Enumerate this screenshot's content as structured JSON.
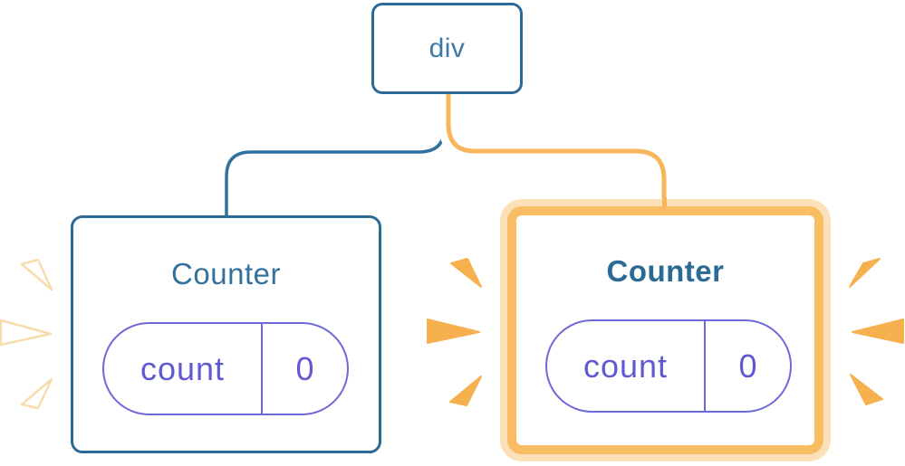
{
  "diagram": {
    "root": {
      "label": "div"
    },
    "counters": [
      {
        "title": "Counter",
        "state": {
          "key": "count",
          "value": "0"
        },
        "highlighted": false,
        "spark_style": "outline-white"
      },
      {
        "title": "Counter",
        "state": {
          "key": "count",
          "value": "0"
        },
        "highlighted": true,
        "spark_style": "solid-orange"
      }
    ],
    "edges": [
      {
        "from": "div",
        "to": "counter-1",
        "style": "blue"
      },
      {
        "from": "div",
        "to": "counter-2",
        "style": "orange-highlight"
      }
    ],
    "colors": {
      "blue_border": "#2b6a97",
      "blue_line": "#30719f",
      "div_text": "#3b79a9",
      "title_blue": "#33719c",
      "title_blue_bold": "#2c6a96",
      "pill_purple_text": "#6159d2",
      "pill_purple_border": "#6f68d9",
      "orange_line": "#f7b55c",
      "orange_border": "#f9be63",
      "orange_glow_ring": "#fbe0ba",
      "spark_orange": "#f6b04e",
      "spark_white_outline": "#f7ddad"
    }
  }
}
